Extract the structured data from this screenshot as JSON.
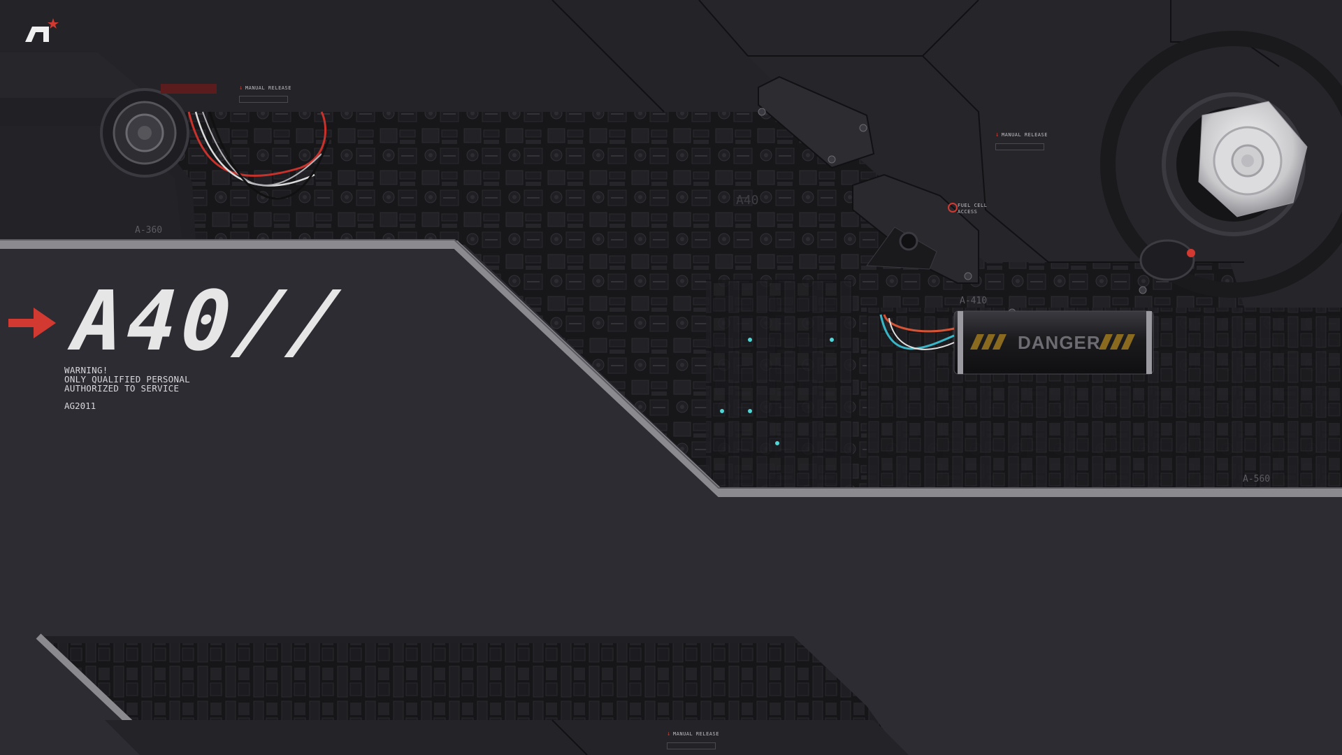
{
  "app": {
    "logo_icon": "astro-logo-icon",
    "accent_color": "#d23a31"
  },
  "labels": {
    "manual_release": "MANUAL RELEASE",
    "fuel_cell_line1": "FUEL CELL",
    "fuel_cell_line2": "ACCESS"
  },
  "hero": {
    "title": "A40//",
    "arrow_icon": "arrow-right-icon",
    "warning_lines": [
      "WARNING!",
      "ONLY QUALIFIED PERSONAL",
      "AUTHORIZED TO SERVICE"
    ],
    "code": "AG2011"
  },
  "tags": {
    "a360": "A-360",
    "a410": "A-410",
    "a560": "A-560",
    "a40_stamp": "A40"
  },
  "cylinder": {
    "label": "DANGER"
  },
  "colors": {
    "background": "#2b2b31",
    "panel_top": "#232328",
    "machinery": "#18181b",
    "bevel": "#8a8a8f"
  }
}
